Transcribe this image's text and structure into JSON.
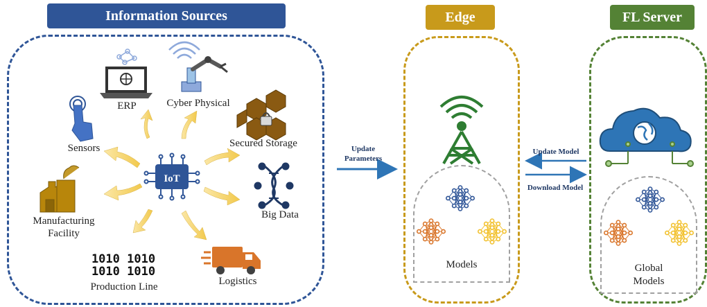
{
  "headers": {
    "sources": "Information Sources",
    "edge": "Edge",
    "fl_server": "FL Server"
  },
  "sources": {
    "center": "IoT",
    "items": [
      {
        "label": "ERP"
      },
      {
        "label": "Cyber Physical"
      },
      {
        "label": "Secured Storage"
      },
      {
        "label": "Big Data"
      },
      {
        "label": "Logistics"
      },
      {
        "label": "Production Line",
        "icon_text": [
          "1010 1010",
          "1010 1010"
        ]
      },
      {
        "label": "Manufacturing",
        "label2": "Facility"
      },
      {
        "label": "Sensors"
      }
    ]
  },
  "arrows": {
    "update_parameters": [
      "Update",
      "Parameters"
    ],
    "update_model": "Update Model",
    "download_model": "Download Model"
  },
  "edge": {
    "models_label": "Models"
  },
  "fl_server": {
    "models_label": [
      "Global",
      "Models"
    ]
  },
  "colors": {
    "blue": "#2f5597",
    "gold": "#c89a1b",
    "green": "#548235",
    "yellow_arrow": "#f7d774",
    "orange": "#d9752a",
    "nn_blue": "#2f5597",
    "nn_yellow": "#f2c12e"
  }
}
